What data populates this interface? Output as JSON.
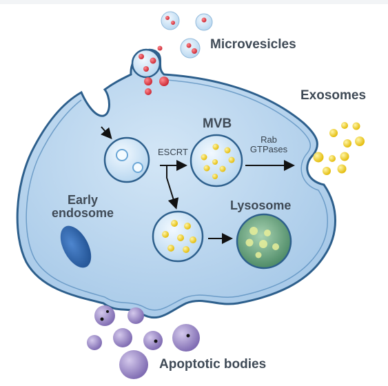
{
  "labels": {
    "microvesicles": "Microvesicles",
    "exosomes": "Exosomes",
    "mvb": "MVB",
    "escrt": "ESCRT",
    "rab_line1": "Rab",
    "rab_line2": "GTPases",
    "lysosome": "Lysosome",
    "early_line1": "Early",
    "early_line2": "endosome",
    "apoptotic_bodies": "Apoptotic bodies"
  },
  "colors": {
    "cell_fill": "#bcd8ef",
    "cell_stroke": "#2d5f8c",
    "vesicle_fill": "#cfe6f7",
    "microvesicle_dot": "#e0414d",
    "exosome_yellow": "#f3d22a",
    "lysosome_green": "#5f9e78",
    "apoptotic_purple": "#9a88c4",
    "nucleus_blue": "#2f68b0",
    "text": "#3f4a56"
  }
}
